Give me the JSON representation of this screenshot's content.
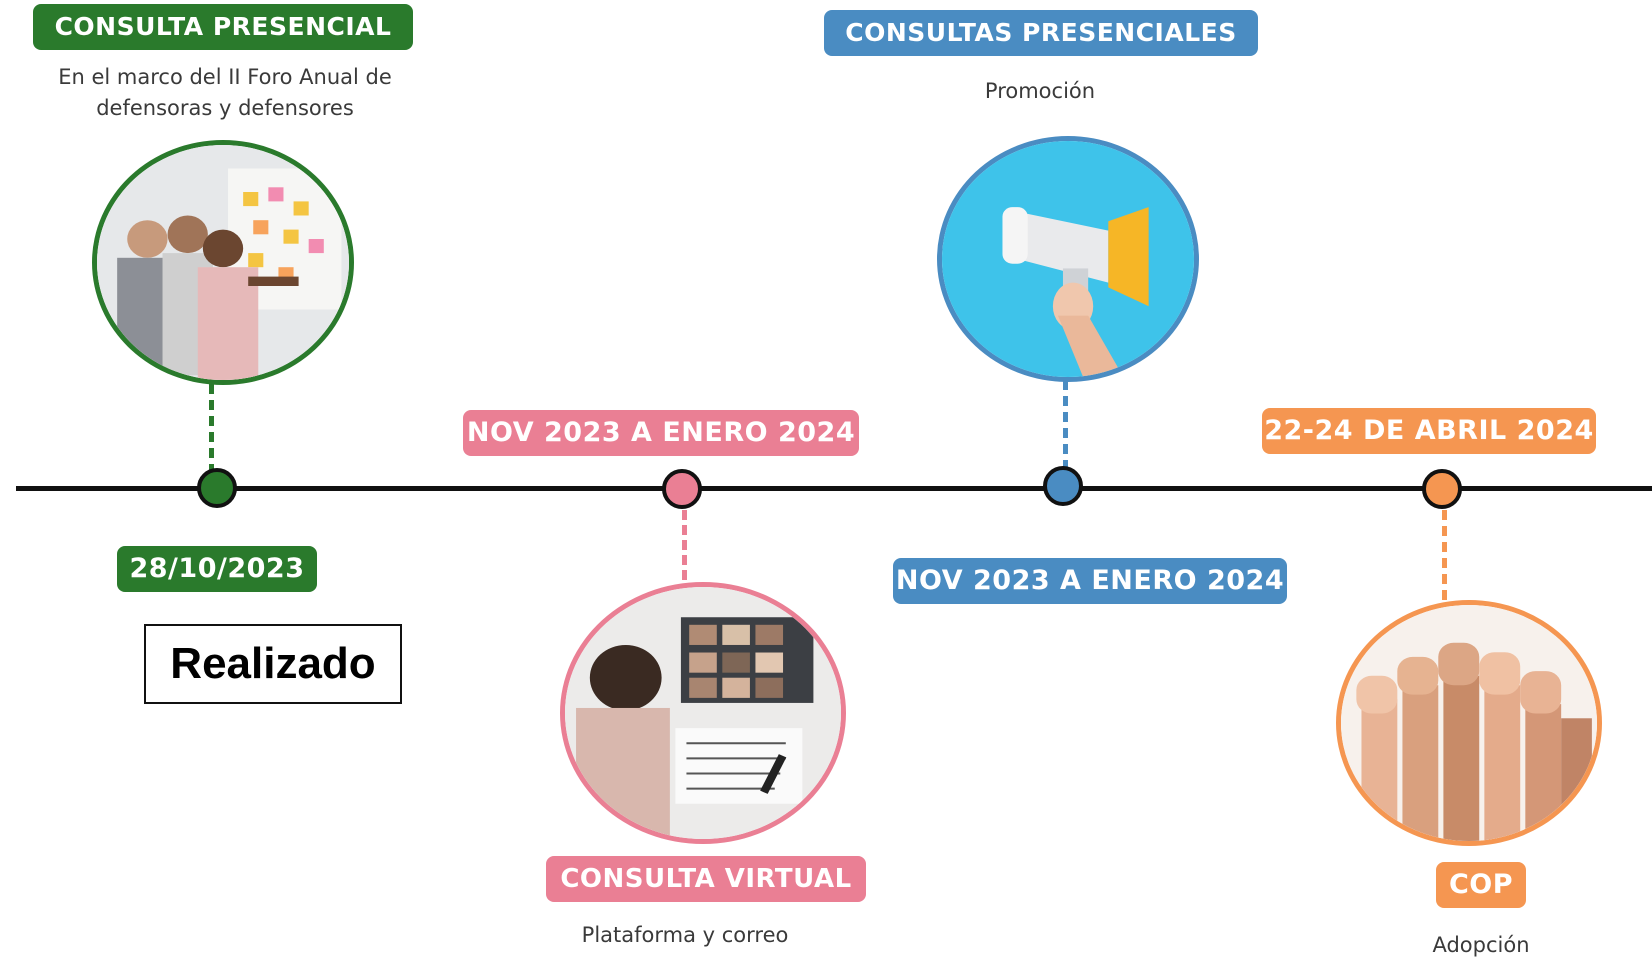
{
  "colors": {
    "green": "#2a7a2c",
    "blue": "#4a8cc2",
    "pink": "#ea7f94",
    "orange": "#f59651",
    "line": "#111111"
  },
  "events": [
    {
      "id": "green",
      "title": "CONSULTA PRESENCIAL",
      "caption_line1": "En el marco del II Foro Anual de",
      "caption_line2": "defensoras y defensores",
      "date": "28/10/2023",
      "icon": "workshop-photo-icon"
    },
    {
      "id": "pink",
      "title": "CONSULTA VIRTUAL",
      "caption_line1": "Plataforma y correo",
      "date": "NOV 2023 A ENERO 2024",
      "icon": "video-call-photo-icon"
    },
    {
      "id": "blue",
      "title": "CONSULTAS PRESENCIALES",
      "caption_line1": "Promoción",
      "date": "NOV 2023 A ENERO 2024",
      "icon": "megaphone-photo-icon"
    },
    {
      "id": "orange",
      "title": "COP",
      "caption_line1": "Adopción",
      "date": "22-24 DE ABRIL 2024",
      "icon": "thumbs-up-photo-icon"
    }
  ],
  "status": {
    "label": "Realizado"
  }
}
